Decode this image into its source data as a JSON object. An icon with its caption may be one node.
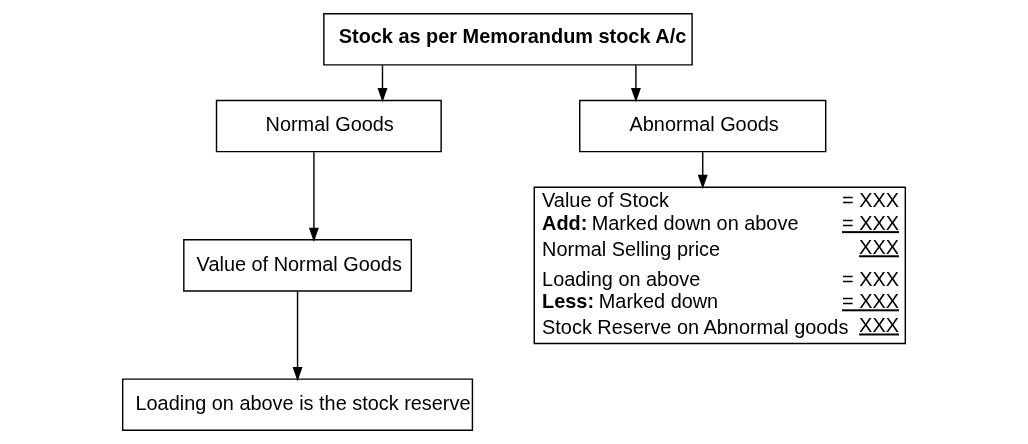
{
  "diagram": {
    "nodes": [
      {
        "text": [
          "Stock as per Memorandum stock A/c"
        ]
      },
      {
        "text": [
          "Normal Goods"
        ]
      },
      {
        "text": [
          "Abnormal Goods"
        ]
      },
      {
        "text": [
          "Value of Normal Goods"
        ]
      },
      {
        "text": [
          "Loading on above is the stock reserve"
        ]
      },
      {
        "text": [
          "Value of Stock",
          "= XXX",
          "**Add:** Marked down on above",
          "= XXX",
          "Normal Selling price",
          "XXX",
          "Loading on above",
          "= XXX",
          "**Less:** Marked down",
          "= XXX",
          "Stock Reserve on Abnormal goods",
          "XXX"
        ]
      }
    ],
    "edges": [
      {
        "from": 0,
        "to": 1,
        "arrow": "to"
      },
      {
        "from": 0,
        "to": 2,
        "arrow": "to"
      },
      {
        "from": 1,
        "to": 3,
        "arrow": "to"
      },
      {
        "from": 3,
        "to": 4,
        "arrow": "to"
      },
      {
        "from": 2,
        "to": 5,
        "arrow": "to"
      }
    ]
  }
}
